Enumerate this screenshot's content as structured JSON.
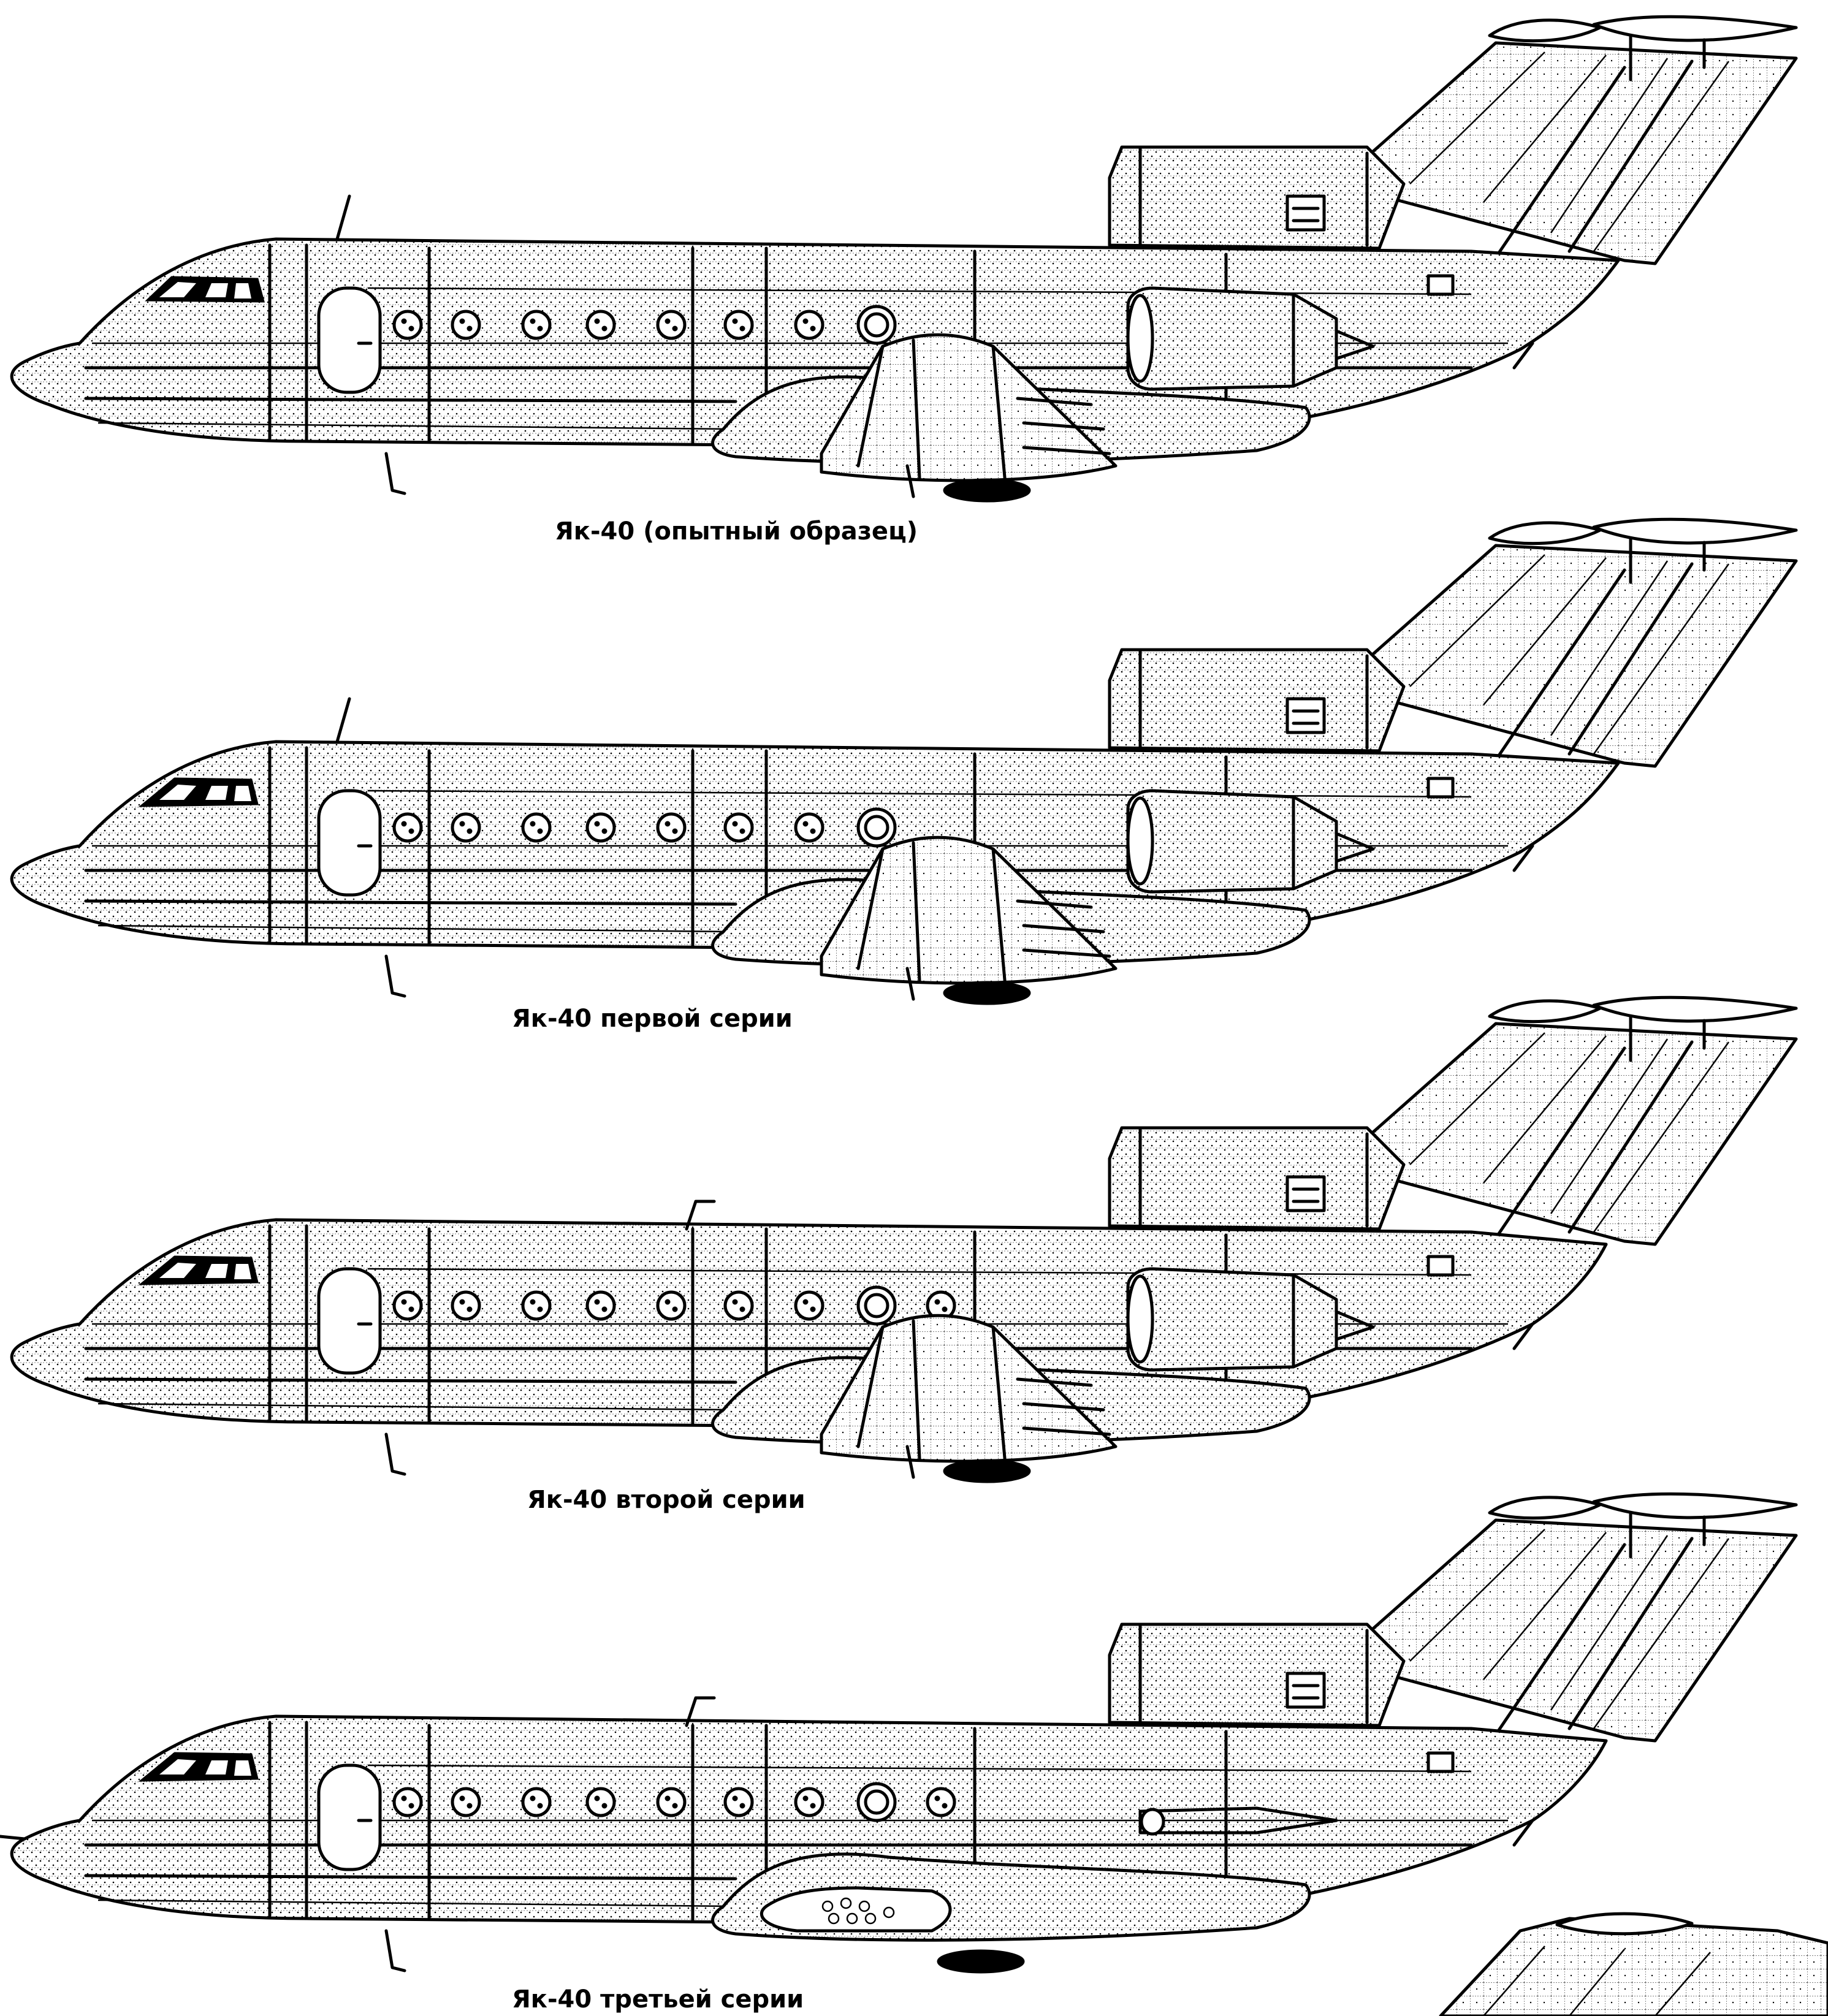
{
  "variants": [
    {
      "caption": "Як-40 (опытный образец)",
      "fuselage": "early",
      "engine": "nacelle",
      "antenna": "blade",
      "tail_cone": "standard",
      "wing_root": "flaps",
      "cockpit_windows": "prototype",
      "nose_probe": false
    },
    {
      "caption": "Як-40 первой серии",
      "fuselage": "early",
      "engine": "nacelle",
      "antenna": "blade",
      "tail_cone": "standard",
      "wing_root": "flaps",
      "cockpit_windows": "series",
      "nose_probe": false
    },
    {
      "caption": "Як-40 второй серии",
      "fuselage": "late",
      "engine": "nacelle",
      "antenna": "hook",
      "tail_cone": "extended",
      "wing_root": "flaps",
      "cockpit_windows": "series",
      "nose_probe": false
    },
    {
      "caption": "Як-40 третьей серии",
      "fuselage": "late",
      "engine": "thrust-reverser",
      "antenna": "hook",
      "tail_cone": "extended",
      "wing_root": "fairing",
      "cockpit_windows": "series",
      "nose_probe": true
    }
  ]
}
